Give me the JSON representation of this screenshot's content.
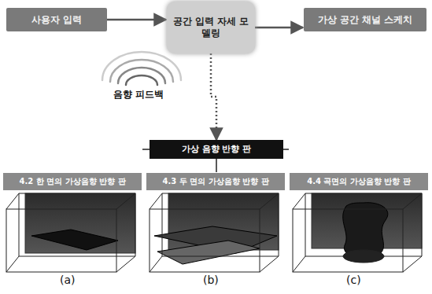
{
  "diagram": {
    "nodes": [
      {
        "text": [
          "사용자 입력"
        ]
      },
      {
        "text": [
          "공간 입력 자세 모델링"
        ]
      },
      {
        "text": [
          "가상 공간 채널 스케치"
        ]
      },
      {
        "text": [
          "가상 음향 반향 판"
        ]
      },
      {
        "text": [
          "4.2 한 면의 가상음향 반향 판"
        ]
      },
      {
        "text": [
          "4.3 두 면의 가상음향 반향 판"
        ]
      },
      {
        "text": [
          "4.4 곡면의 가상음향 반향 판"
        ]
      }
    ],
    "edges": [
      {
        "from": 0,
        "to": 1,
        "arrow": "to"
      },
      {
        "from": 1,
        "to": 2,
        "arrow": "to"
      },
      {
        "from": 1,
        "to": 3,
        "arrow": "to"
      },
      {
        "from": 3,
        "to": 4,
        "arrow": "none"
      },
      {
        "from": 3,
        "to": 5,
        "arrow": "none"
      },
      {
        "from": 3,
        "to": 6,
        "arrow": "none"
      }
    ],
    "labels": [
      "음향 피드백",
      "(a)",
      "(b)",
      "(c)"
    ]
  }
}
